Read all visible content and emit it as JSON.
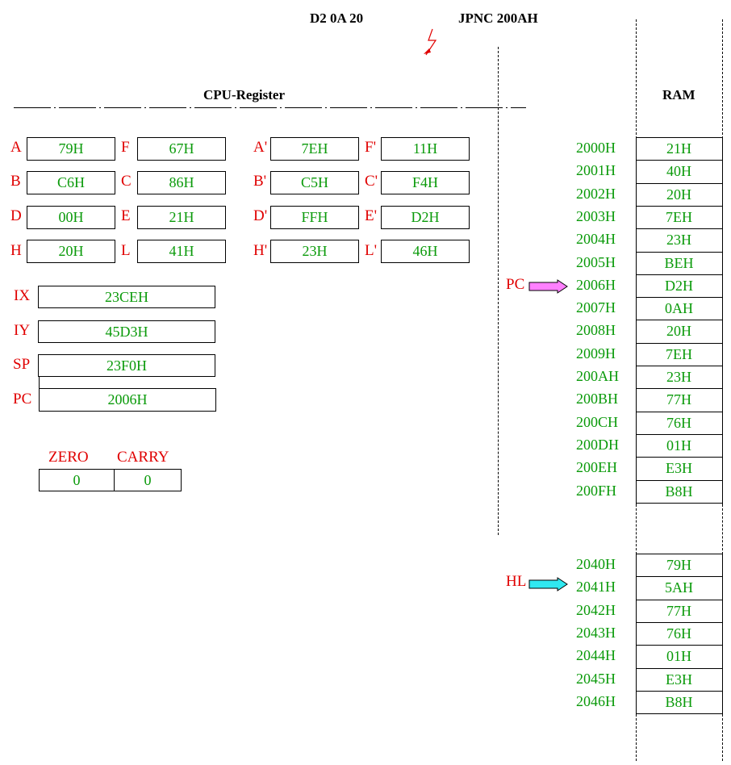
{
  "header": {
    "opcode_bytes": "D2 0A 20",
    "mnemonic": "JPNC 200AH",
    "cpu_title": "CPU-Register",
    "ram_title": "RAM"
  },
  "registers": {
    "A": {
      "label": "A",
      "value": "79H"
    },
    "F": {
      "label": "F",
      "value": "67H"
    },
    "A2": {
      "label": "A'",
      "value": "7EH"
    },
    "F2": {
      "label": "F'",
      "value": "11H"
    },
    "B": {
      "label": "B",
      "value": "C6H"
    },
    "C": {
      "label": "C",
      "value": "86H"
    },
    "B2": {
      "label": "B'",
      "value": "C5H"
    },
    "C2": {
      "label": "C'",
      "value": "F4H"
    },
    "D": {
      "label": "D",
      "value": "00H"
    },
    "E": {
      "label": "E",
      "value": "21H"
    },
    "D2": {
      "label": "D'",
      "value": "FFH"
    },
    "E2": {
      "label": "E'",
      "value": "D2H"
    },
    "H": {
      "label": "H",
      "value": "20H"
    },
    "L": {
      "label": "L",
      "value": "41H"
    },
    "H2": {
      "label": "H'",
      "value": "23H"
    },
    "L2": {
      "label": "L'",
      "value": "46H"
    },
    "IX": {
      "label": "IX",
      "value": "23CEH"
    },
    "IY": {
      "label": "IY",
      "value": "45D3H"
    },
    "SP": {
      "label": "SP",
      "value": "23F0H"
    },
    "PC": {
      "label": "PC",
      "value": "2006H"
    }
  },
  "flags": {
    "zero_label": "ZERO",
    "carry_label": "CARRY",
    "zero_value": "0",
    "carry_value": "0"
  },
  "pointers": {
    "pc_label": "PC",
    "hl_label": "HL",
    "pc_arrow_color": "#ff80ff",
    "hl_arrow_color": "#30e8f0"
  },
  "ram_block1": [
    {
      "addr": "2000H",
      "value": "21H"
    },
    {
      "addr": "2001H",
      "value": "40H"
    },
    {
      "addr": "2002H",
      "value": "20H"
    },
    {
      "addr": "2003H",
      "value": "7EH"
    },
    {
      "addr": "2004H",
      "value": "23H"
    },
    {
      "addr": "2005H",
      "value": "BEH"
    },
    {
      "addr": "2006H",
      "value": "D2H"
    },
    {
      "addr": "2007H",
      "value": "0AH"
    },
    {
      "addr": "2008H",
      "value": "20H"
    },
    {
      "addr": "2009H",
      "value": "7EH"
    },
    {
      "addr": "200AH",
      "value": "23H"
    },
    {
      "addr": "200BH",
      "value": "77H"
    },
    {
      "addr": "200CH",
      "value": "76H"
    },
    {
      "addr": "200DH",
      "value": "01H"
    },
    {
      "addr": "200EH",
      "value": "E3H"
    },
    {
      "addr": "200FH",
      "value": "B8H"
    }
  ],
  "ram_block2": [
    {
      "addr": "2040H",
      "value": "79H"
    },
    {
      "addr": "2041H",
      "value": "5AH"
    },
    {
      "addr": "2042H",
      "value": "77H"
    },
    {
      "addr": "2043H",
      "value": "76H"
    },
    {
      "addr": "2044H",
      "value": "01H"
    },
    {
      "addr": "2045H",
      "value": "E3H"
    },
    {
      "addr": "2046H",
      "value": "B8H"
    }
  ],
  "colors": {
    "label_red": "#e00000",
    "value_green": "#0a9a0a"
  }
}
